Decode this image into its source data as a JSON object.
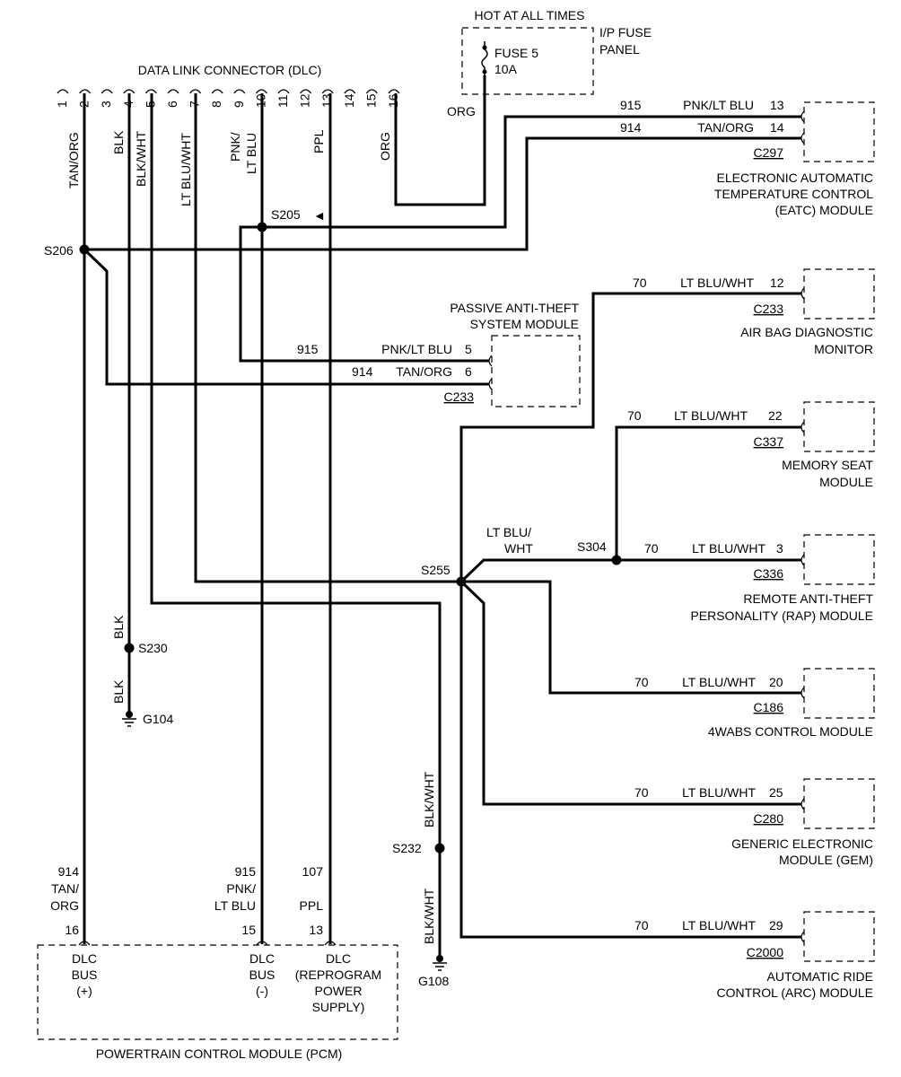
{
  "top": {
    "hot_label": "HOT AT ALL TIMES",
    "fuse_name": "FUSE 5",
    "fuse_rating": "10A",
    "panel_line1": "I/P FUSE",
    "panel_line2": "PANEL",
    "org_label": "ORG"
  },
  "dlc": {
    "title": "DATA LINK CONNECTOR (DLC)",
    "pins": [
      "1",
      "2",
      "3",
      "4",
      "5",
      "6",
      "7",
      "8",
      "9",
      "10",
      "11",
      "12",
      "13",
      "14",
      "15",
      "16"
    ],
    "wire_labels": {
      "tan_org": "TAN/ORG",
      "blk": "BLK",
      "blk_wht": "BLK/WHT",
      "lt_blu_wht": "LT BLU/WHT",
      "pnk": "PNK/",
      "lt_blu": "LT BLU",
      "ppl": "PPL",
      "org": "ORG"
    }
  },
  "splices": {
    "s205": "S205",
    "s206": "S206",
    "s230": "S230",
    "s232": "S232",
    "s255": "S255",
    "s304": "S304",
    "g104": "G104",
    "g108": "G108",
    "s205_marker": "◄"
  },
  "eatc": {
    "circuit1": "915",
    "color1": "PNK/LT BLU",
    "pin1": "13",
    "circuit2": "914",
    "color2": "TAN/ORG",
    "pin2": "14",
    "connector": "C297",
    "name1": "ELECTRONIC AUTOMATIC",
    "name2": "TEMPERATURE CONTROL",
    "name3": "(EATC) MODULE"
  },
  "airbag": {
    "circuit": "70",
    "color": "LT BLU/WHT",
    "pin": "12",
    "connector": "C233",
    "name1": "AIR BAG DIAGNOSTIC",
    "name2": "MONITOR"
  },
  "pats": {
    "name1": "PASSIVE ANTI-THEFT",
    "name2": "SYSTEM MODULE",
    "circuit1": "915",
    "color1": "PNK/LT BLU",
    "pin1": "5",
    "circuit2": "914",
    "color2": "TAN/ORG",
    "pin2": "6",
    "connector": "C233"
  },
  "memseat": {
    "circuit": "70",
    "color": "LT BLU/WHT",
    "pin": "22",
    "connector": "C337",
    "name1": "MEMORY SEAT",
    "name2": "MODULE"
  },
  "branch": {
    "color1": "LT BLU/",
    "color2": "WHT"
  },
  "rap": {
    "circuit": "70",
    "color": "LT BLU/WHT",
    "pin": "3",
    "connector": "C336",
    "name1": "REMOTE ANTI-THEFT",
    "name2": "PERSONALITY (RAP) MODULE"
  },
  "wabs": {
    "circuit": "70",
    "color": "LT BLU/WHT",
    "pin": "20",
    "connector": "C186",
    "name1": "4WABS CONTROL MODULE"
  },
  "gem": {
    "circuit": "70",
    "color": "LT BLU/WHT",
    "pin": "25",
    "connector": "C280",
    "name1": "GENERIC ELECTRONIC",
    "name2": "MODULE (GEM)"
  },
  "arc": {
    "circuit": "70",
    "color": "LT BLU/WHT",
    "pin": "29",
    "connector": "C2000",
    "name1": "AUTOMATIC RIDE",
    "name2": "CONTROL (ARC) MODULE"
  },
  "ground_wires": {
    "blk_a": "BLK",
    "blk_b": "BLK",
    "blkwht_a": "BLK/WHT",
    "blkwht_b": "BLK/WHT"
  },
  "pcm": {
    "title": "POWERTRAIN CONTROL MODULE (PCM)",
    "p16": {
      "circuit": "914",
      "color1": "TAN/",
      "color2": "ORG",
      "pin": "16",
      "l1": "DLC",
      "l2": "BUS",
      "l3": "(+)"
    },
    "p15": {
      "circuit": "915",
      "color1": "PNK/",
      "color2": "LT BLU",
      "pin": "15",
      "l1": "DLC",
      "l2": "BUS",
      "l3": "(-)"
    },
    "p13": {
      "circuit": "107",
      "color1": "PPL",
      "pin": "13",
      "l1": "DLC",
      "l2": "(REPROGRAM",
      "l3": "POWER",
      "l4": "SUPPLY)"
    }
  }
}
